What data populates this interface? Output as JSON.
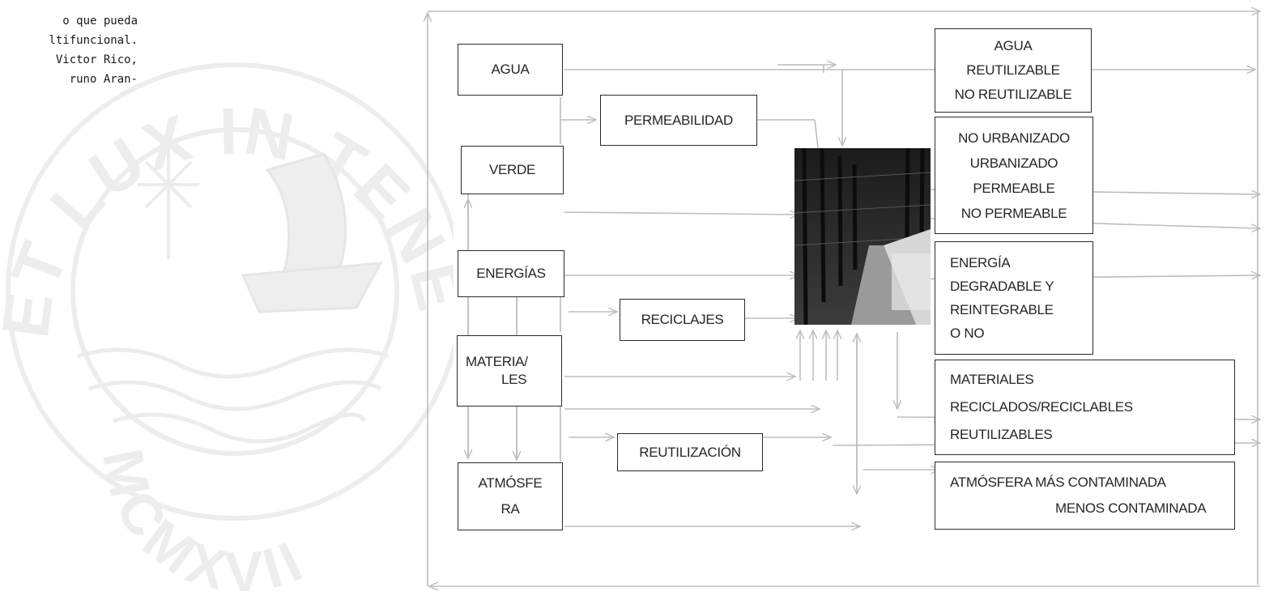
{
  "side_text": [
    "o que pueda",
    "ltifuncional.",
    "Victor Rico,",
    "runo Aran-"
  ],
  "watermark": {
    "motto": "ET LUX IN TENEBRIS",
    "year": "MCMXVII"
  },
  "inputs": {
    "agua": "AGUA",
    "verde": "VERDE",
    "energias": "ENERGÍAS",
    "materiales": [
      "MATERIA/",
      "LES"
    ],
    "atmosfera": [
      "ATMÓSFE",
      "RA"
    ]
  },
  "processes": {
    "permeabilidad": "PERMEABILIDAD",
    "reciclajes": "RECICLAJES",
    "reutilizacion": "REUTILIZACIÓN"
  },
  "outputs": {
    "agua": [
      "AGUA",
      "REUTILIZABLE",
      "NO REUTILIZABLE"
    ],
    "urbanizado": [
      "NO URBANIZADO",
      "URBANIZADO",
      "PERMEABLE",
      "NO PERMEABLE"
    ],
    "energia": [
      "ENERGÍA",
      "DEGRADABLE Y",
      "REINTEGRABLE",
      "O NO"
    ],
    "materiales": [
      "MATERIALES",
      "RECICLADOS/RECICLABLES",
      "REUTILIZABLES"
    ],
    "atmosfera": [
      "ATMÓSFERA MÁS CONTAMINADA",
      "MENOS CONTAMINADA"
    ]
  },
  "colors": {
    "arrow": "#bdbdbd",
    "border": "#2a2a2a",
    "watermark": "#ececec"
  }
}
